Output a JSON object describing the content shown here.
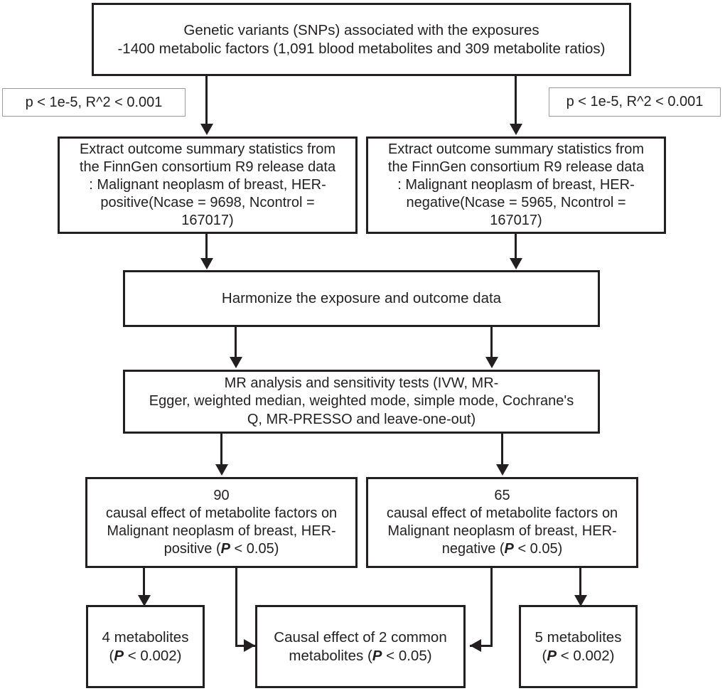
{
  "diagram": {
    "title": "Mendelian randomization study flowchart",
    "colors": {
      "stroke": "#231f20",
      "chip_stroke": "#9a9a9a",
      "background": "#ffffff",
      "text": "#231f20"
    },
    "nodes": {
      "exposures": {
        "text": "Genetic variants (SNPs) associated with the exposures\n-1400 metabolic factors (1,091 blood metabolites and 309 metabolite ratios)"
      },
      "criteria_left": {
        "text": "p < 1e-5, R^2  < 0.001"
      },
      "criteria_right": {
        "text": "p < 1e-5, R^2  < 0.001"
      },
      "outcome_her_positive": {
        "text": "Extract outcome summary statistics from\nthe FinnGen consortium R9 release data\n:  Malignant neoplasm of breast, HER-\npositive(Ncase = 9698, Ncontrol =\n167017)"
      },
      "outcome_her_negative": {
        "text": "Extract outcome summary statistics from\nthe FinnGen consortium R9 release data\n:  Malignant neoplasm of breast, HER-\nnegative(Ncase = 5965, Ncontrol =\n167017)"
      },
      "harmonize": {
        "text": "Harmonize the exposure and outcome data"
      },
      "mr_analysis": {
        "text": "MR analysis and sensitivity tests (IVW, MR-\nEgger, weighted median, weighted mode, simple mode, Cochrane's\nQ, MR-PRESSO and leave-one-out)"
      },
      "causal_her_positive": {
        "count": "90",
        "line2": "causal effect of metabolite factors on",
        "line3": "Malignant neoplasm of breast, HER-",
        "line4_prefix": "positive (",
        "line4_p": "P",
        "line4_suffix": " < 0.05)"
      },
      "causal_her_negative": {
        "count": "65",
        "line2": "causal effect of metabolite factors on",
        "line3": "Malignant neoplasm of breast, HER-",
        "line4_prefix": "negative (",
        "line4_p": "P",
        "line4_suffix": " < 0.05)"
      },
      "metabolites_left": {
        "line1": "4 metabolites",
        "line2_prefix": "(",
        "line2_p": "P",
        "line2_suffix": " < 0.002)"
      },
      "common_metabolites": {
        "line1": "Causal effect of 2 common",
        "line2_prefix": "metabolites (",
        "line2_p": "P",
        "line2_suffix": " < 0.05)"
      },
      "metabolites_right": {
        "line1": "5 metabolites",
        "line2_prefix": "(",
        "line2_p": "P",
        "line2_suffix": " < 0.002)"
      }
    }
  }
}
